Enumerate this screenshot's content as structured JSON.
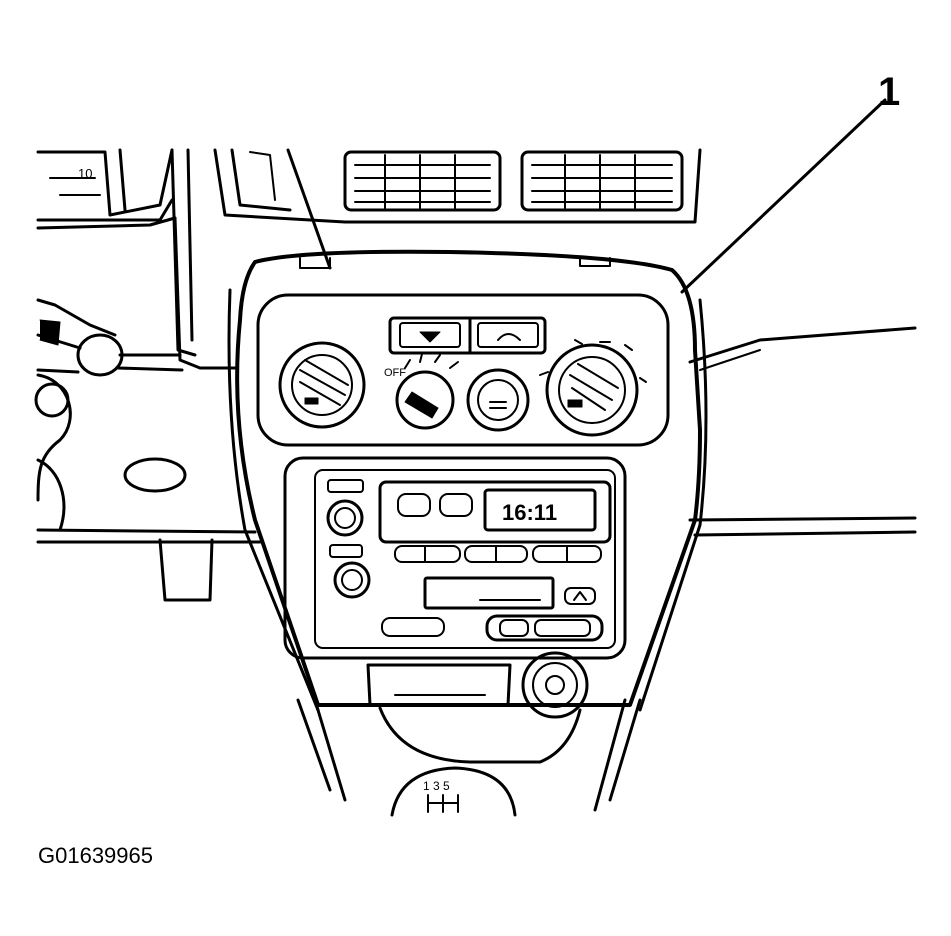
{
  "diagram": {
    "callout_number": "1",
    "figure_id": "G01639965",
    "clock_display": "16:11",
    "speedometer_fragment": "10",
    "fan_speed_label": "OFF",
    "shift_pattern": "1 3 5"
  },
  "colors": {
    "ink": "#000000",
    "paper": "#ffffff"
  }
}
